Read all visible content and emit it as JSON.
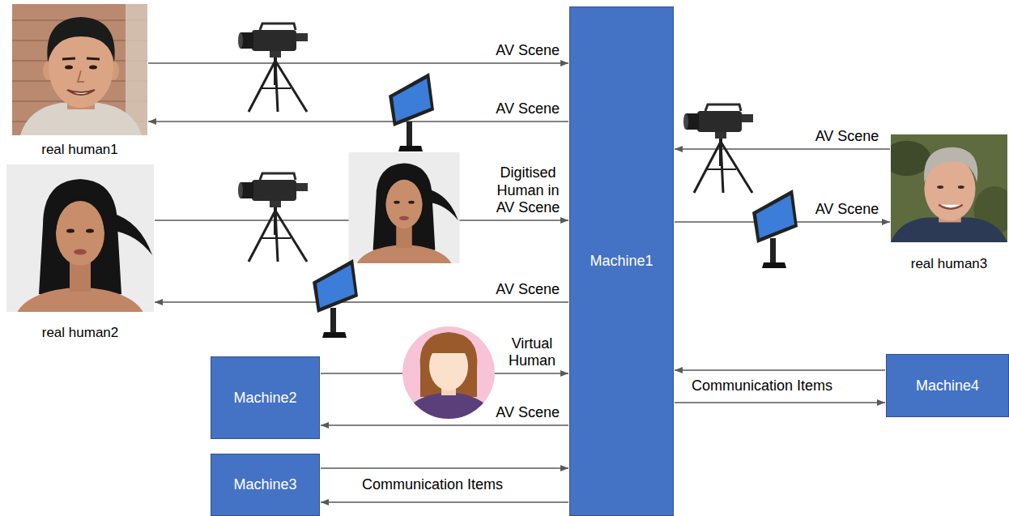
{
  "diagram": {
    "nodes": [
      {
        "text": [
          "real human1"
        ]
      },
      {
        "text": [
          "real human2"
        ]
      },
      {
        "text": [
          "Machine1"
        ]
      },
      {
        "text": [
          "real human3"
        ]
      },
      {
        "text": [
          "Machine2"
        ]
      },
      {
        "text": [
          "Machine3"
        ]
      },
      {
        "text": [
          "Machine4"
        ]
      }
    ],
    "edges": [
      {
        "from": 0,
        "to": 2,
        "arrow": "to",
        "label": "AV Scene"
      },
      {
        "from": 2,
        "to": 0,
        "arrow": "to",
        "label": "AV Scene"
      },
      {
        "from": 1,
        "to": 2,
        "arrow": "to",
        "label": "Digitised Human in AV Scene"
      },
      {
        "from": 2,
        "to": 1,
        "arrow": "to",
        "label": "AV Scene"
      },
      {
        "from": 3,
        "to": 2,
        "arrow": "to",
        "label": "AV Scene"
      },
      {
        "from": 2,
        "to": 3,
        "arrow": "to",
        "label": "AV Scene"
      },
      {
        "from": 4,
        "to": 2,
        "arrow": "to",
        "label": "Virtual Human"
      },
      {
        "from": 2,
        "to": 4,
        "arrow": "to",
        "label": "AV Scene"
      },
      {
        "from": 5,
        "to": 2,
        "arrow": "to",
        "label": "Communication Items"
      },
      {
        "from": 2,
        "to": 5,
        "arrow": "to"
      },
      {
        "from": 6,
        "to": 2,
        "arrow": "to",
        "label": "Communication Items"
      },
      {
        "from": 2,
        "to": 6,
        "arrow": "to"
      }
    ]
  }
}
